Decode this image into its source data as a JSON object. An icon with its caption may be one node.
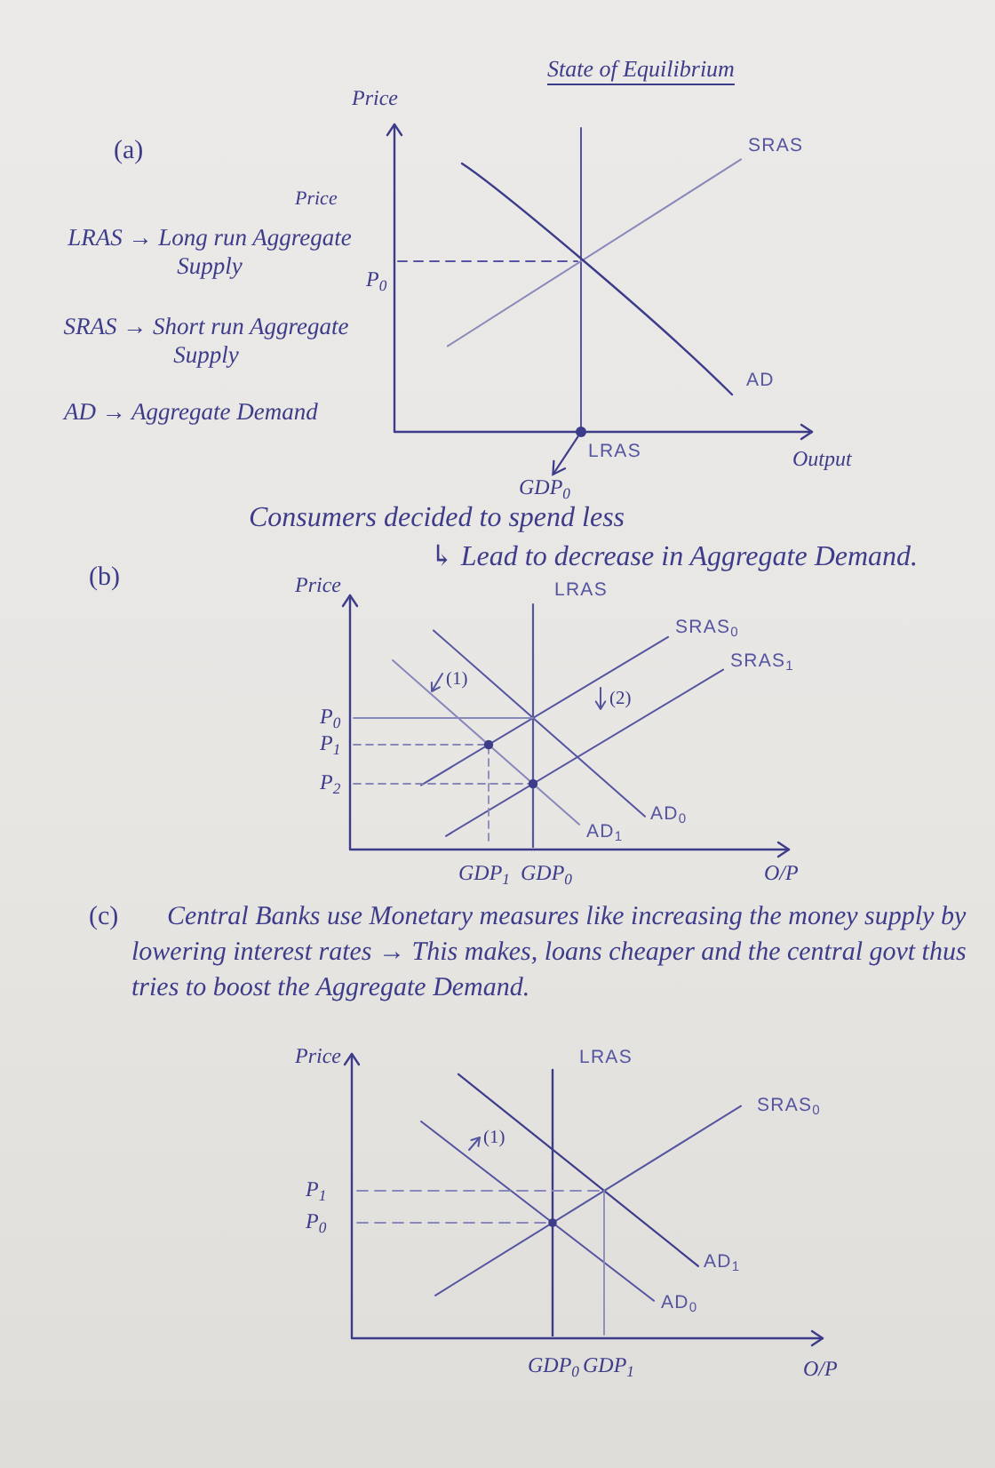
{
  "diagram": {
    "nodes": [
      {
        "text": [],
        "shape": "circle"
      },
      {
        "text": [
          "GDP$_{0}$"
        ]
      }
    ],
    "edges": [
      {
        "from": 0,
        "to": 1,
        "arrow": "to"
      }
    ],
    "labels": [
      "(a)",
      "State of Equilibrium",
      "Price",
      "SRAS",
      "Price",
      "LRAS → Long run Aggregate Supply",
      "P$_{0}$",
      "SRAS → Short run Aggregate Supply",
      "AD",
      "AD → Aggregate Demand",
      "LRAS",
      "Output",
      "Consumers decided to spend less",
      "↳ Lead to decrease in Aggregate Demand.",
      "(b)",
      "Price",
      "LRAS",
      "SRAS$_{0}$",
      "SRAS$_{1}$",
      "(1)",
      "(2)",
      "P$_{0}$",
      "P$_{1}$",
      "P$_{2}$",
      "AD$_{0}$",
      "AD$_{1}$",
      "GDP$_{1}$",
      "GDP$_{0}$",
      "O/P",
      "(c)",
      "Central Banks use Monetary measures like increasing the money supply by lowering interest rates → This makes, loans cheaper and the central govt thus tries to boost the Aggregate Demand.",
      "Price",
      "LRAS",
      "SRAS$_{0}$",
      "(1)",
      "P$_{1}$",
      "P$_{0}$",
      "AD$_{1}$",
      "AD$_{0}$",
      "GDP$_{0}$",
      "GDP$_{1}$",
      "O/P"
    ]
  }
}
